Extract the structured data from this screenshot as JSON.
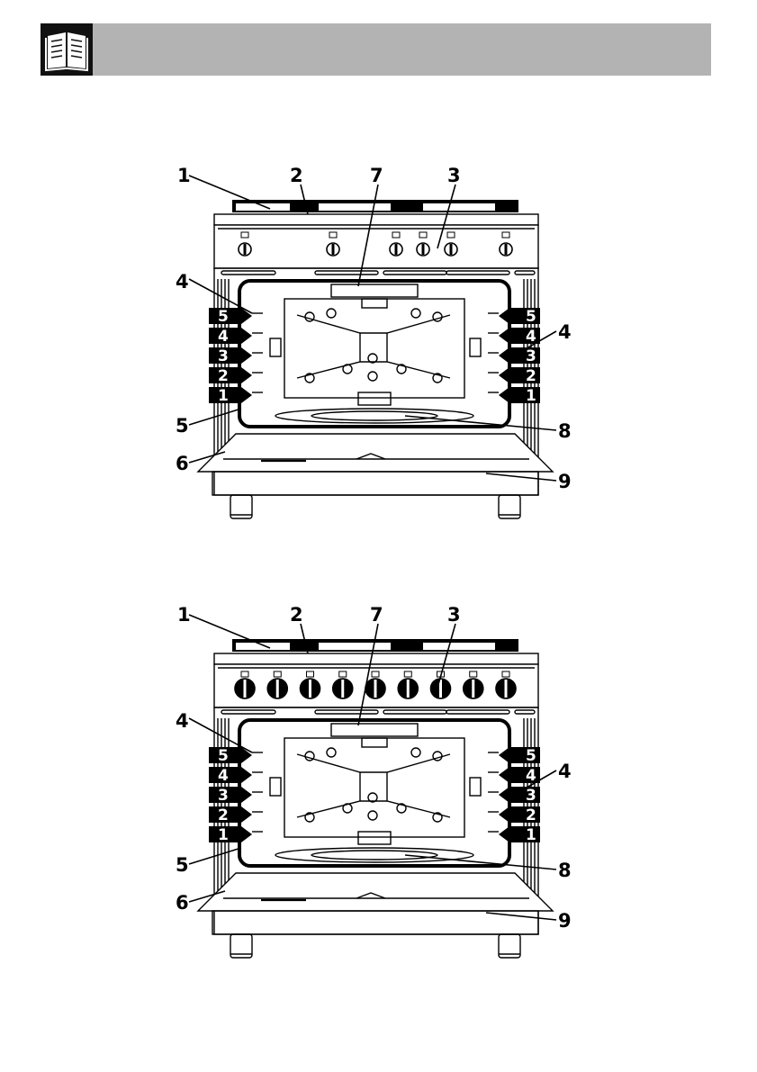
{
  "header": {
    "icon": "open-book-icon",
    "bar_color": "#b3b3b3"
  },
  "diagrams": [
    {
      "id": "top",
      "knob_count": 6,
      "callouts": [
        "1",
        "2",
        "7",
        "3",
        "4",
        "5",
        "6",
        "4",
        "8",
        "9"
      ],
      "shelf_levels": [
        "5",
        "4",
        "3",
        "2",
        "1"
      ]
    },
    {
      "id": "bottom",
      "knob_count": 9,
      "callouts": [
        "1",
        "2",
        "7",
        "3",
        "4",
        "5",
        "6",
        "4",
        "8",
        "9"
      ],
      "shelf_levels": [
        "5",
        "4",
        "3",
        "2",
        "1"
      ]
    }
  ]
}
